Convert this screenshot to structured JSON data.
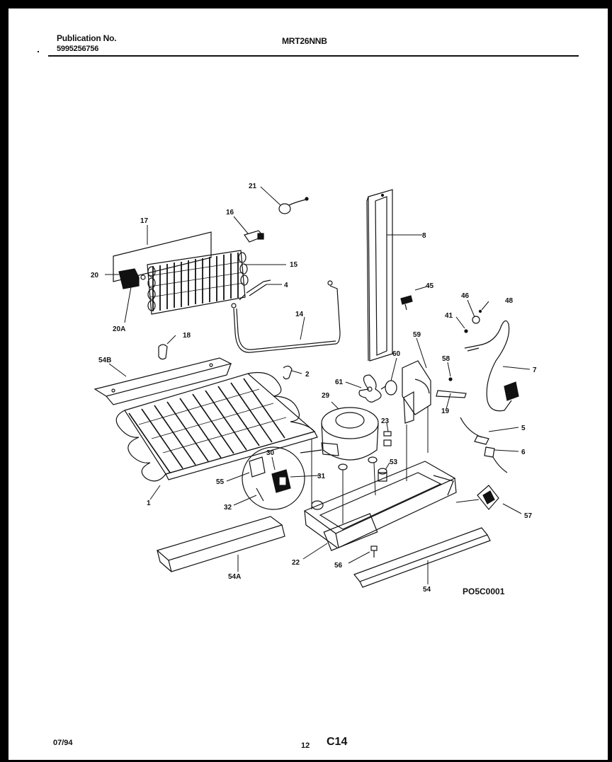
{
  "header": {
    "publication_label": "Publication No.",
    "publication_number": "5995256756",
    "model": "MRT26NNB"
  },
  "diagram": {
    "callouts": [
      "21",
      "16",
      "17",
      "15",
      "20",
      "4",
      "20A",
      "14",
      "18",
      "54B",
      "2",
      "1",
      "30",
      "29",
      "55",
      "31",
      "32",
      "54A",
      "22",
      "8",
      "45",
      "46",
      "48",
      "41",
      "7",
      "59",
      "60",
      "61",
      "58",
      "19",
      "23",
      "53",
      "5",
      "6",
      "57",
      "56",
      "54"
    ],
    "figure_code": "PO5C0001"
  },
  "footer": {
    "date": "07/94",
    "page_number": "12",
    "section": "C14"
  }
}
